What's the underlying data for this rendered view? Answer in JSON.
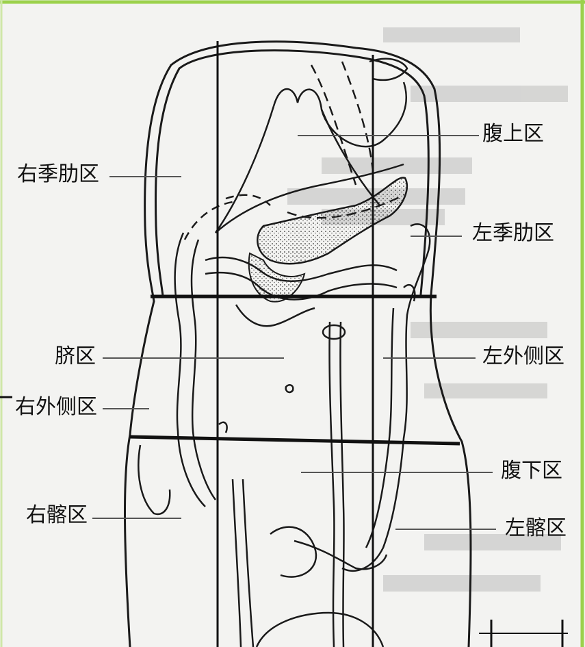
{
  "labels": {
    "epigastric": "腹上区",
    "right_hypochondriac": "右季肋区",
    "left_hypochondriac": "左季肋区",
    "umbilical": "脐区",
    "left_lateral": "左外侧区",
    "right_lateral": "右外侧区",
    "hypogastric": "腹下区",
    "right_iliac": "右髂区",
    "left_iliac": "左髂区"
  },
  "colors": {
    "frame_green": "#9bd14c",
    "paper": "#f2f2f0",
    "ink": "#1a1a1a"
  }
}
